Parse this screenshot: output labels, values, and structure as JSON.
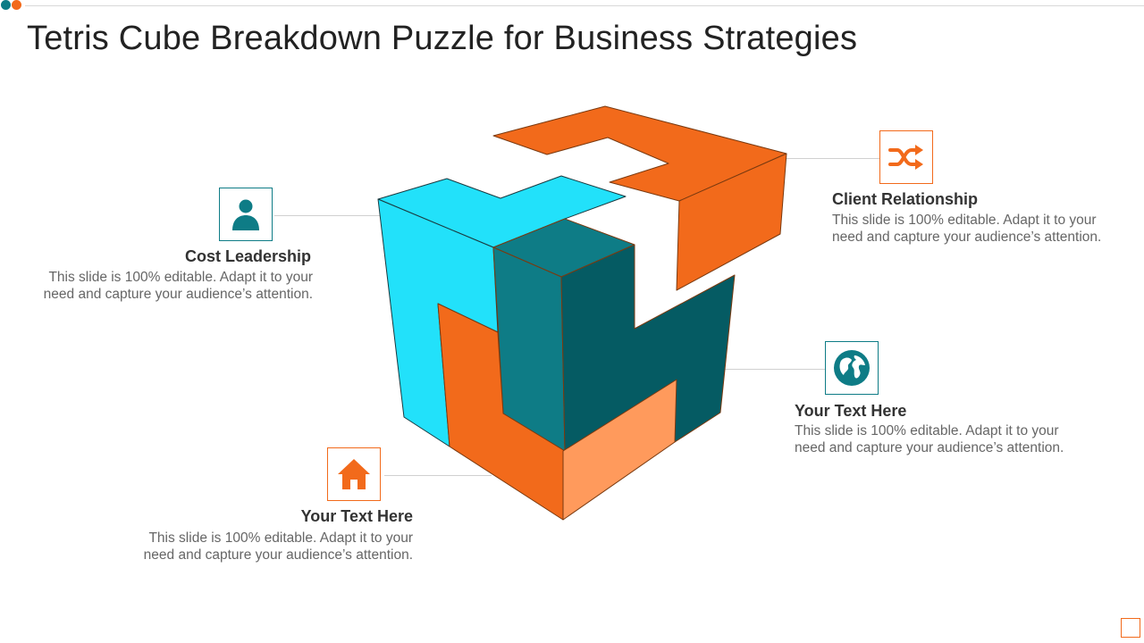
{
  "title": "Tetris Cube Breakdown Puzzle for Business Strategies",
  "colors": {
    "cyan": "#22e1fa",
    "teal": "#0e7c86",
    "teal_dark": "#055b63",
    "orange": "#f26a1b",
    "orange_light": "#ff9a5c",
    "outline": "#7a3a10"
  },
  "items": [
    {
      "heading": "Cost Leadership",
      "description": "This slide is 100% editable. Adapt it to your need and capture your audience’s attention.",
      "icon": "user-icon"
    },
    {
      "heading": "Client Relationship",
      "description": "This slide is 100% editable. Adapt it to your need and capture your audience’s attention.",
      "icon": "shuffle-icon"
    },
    {
      "heading": "Your Text Here",
      "description": "This slide is 100% editable. Adapt it to your need and capture your audience’s attention.",
      "icon": "globe-icon"
    },
    {
      "heading": "Your Text Here",
      "description": "This slide is 100% editable. Adapt it to your need and capture your audience’s attention.",
      "icon": "home-icon"
    }
  ]
}
